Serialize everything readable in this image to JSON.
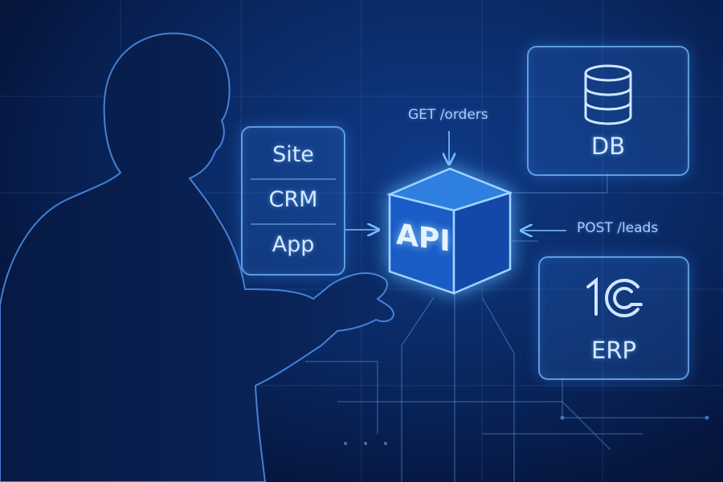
{
  "sources": [
    {
      "label": "Site"
    },
    {
      "label": "CRM"
    },
    {
      "label": "App"
    }
  ],
  "api": {
    "label": "API"
  },
  "endpoints": {
    "get": "GET /orders",
    "post": "POST /leads"
  },
  "db": {
    "label": "DB",
    "icon": "database-icon"
  },
  "erp": {
    "label": "ERP",
    "logo_text": "1C"
  },
  "colors": {
    "background": "#0a2a66",
    "accent": "#4aa8ff",
    "text": "#d5e8ff"
  }
}
